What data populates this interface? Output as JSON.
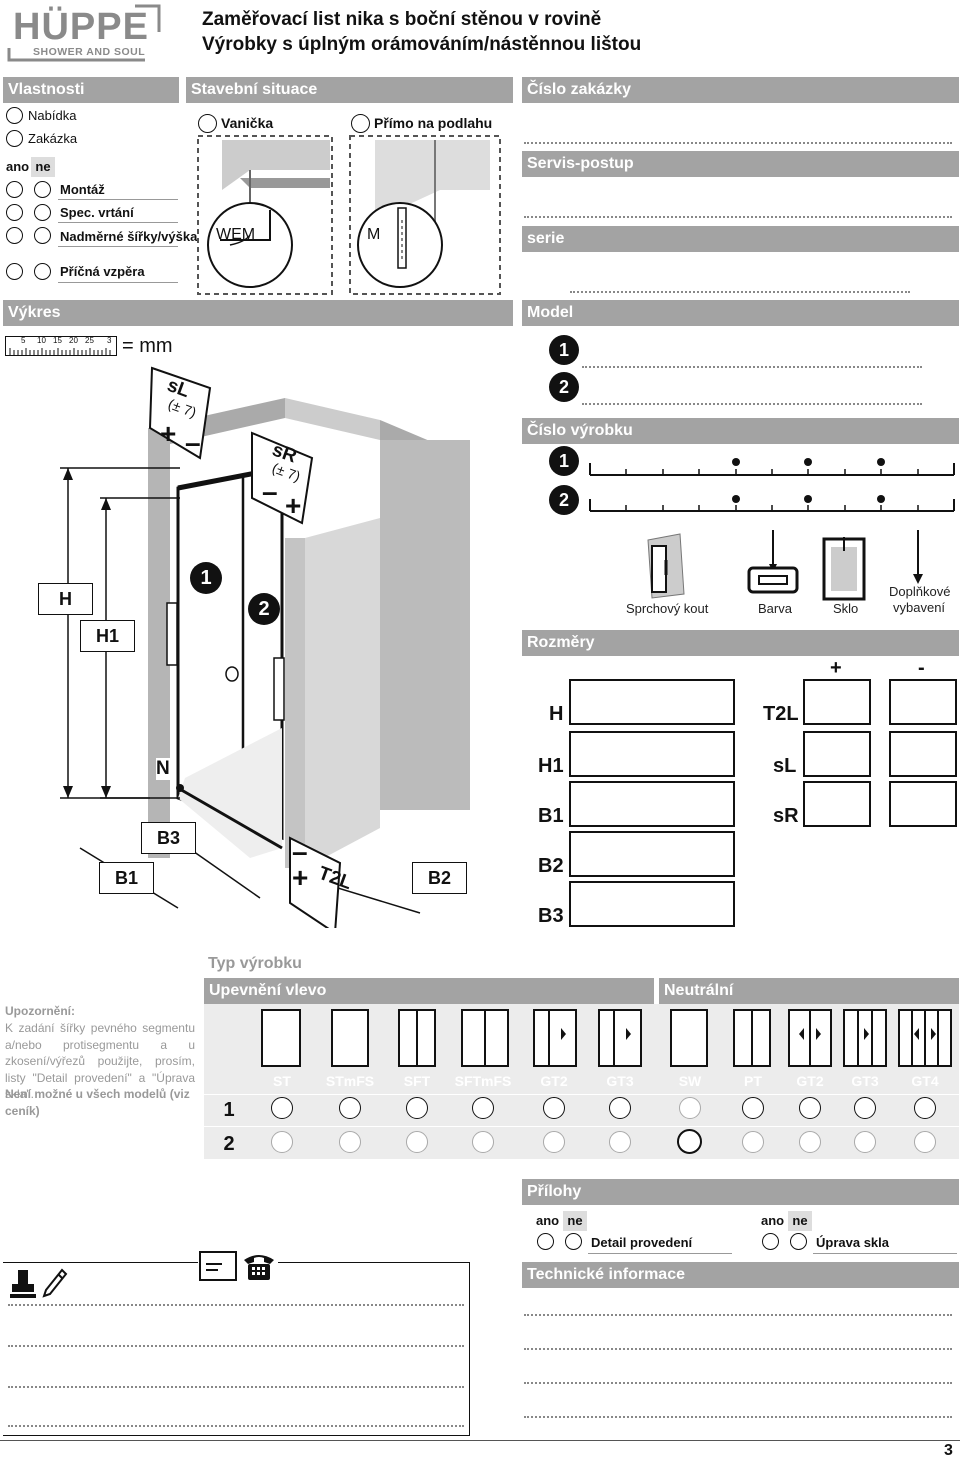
{
  "logo": {
    "brand": "HÜPPE",
    "tagline": "SHOWER AND SOUL"
  },
  "header": {
    "title_line1": "Zaměřovací list nika s boční stěnou v rovině",
    "title_line2": "Výrobky s úplným orámováním/nástěnnou lištou"
  },
  "vlastnosti": {
    "title": "Vlastnosti",
    "nabidka": "Nabídka",
    "zakazka": "Zakázka",
    "ano": "ano",
    "ne": "ne",
    "items": [
      "Montáž",
      "Spec. vrtání",
      "Nadměrné šířky/výška",
      "Příčná vzpěra"
    ]
  },
  "stavebni": {
    "title": "Stavební situace",
    "option1": "Vanička",
    "option2": "Přímo na podlahu",
    "detail1": "WEM",
    "detail2": "M"
  },
  "zakazka": {
    "cislo_zakazky": "Číslo zakázky",
    "servis": "Servis-postup",
    "serie": "serie",
    "model": "Model",
    "cislo_vyrobku": "Číslo výrobku",
    "num1": "1",
    "num2": "2"
  },
  "vykres": {
    "title": "Výkres",
    "ruler_ticks": [
      "5",
      "10",
      "15",
      "20",
      "25",
      "3"
    ],
    "ruler_eq": "= mm",
    "labels": {
      "sL": "sL",
      "sR": "sR",
      "tol": "(± 7)",
      "plus": "+",
      "minus": "–",
      "H": "H",
      "H1": "H1",
      "N": "N",
      "B1": "B1",
      "B2": "B2",
      "B3": "B3",
      "T2L": "T2L",
      "door1": "1",
      "door2": "2"
    }
  },
  "icons": {
    "sprchovy": "Sprchový kout",
    "barva": "Barva",
    "sklo": "Sklo",
    "doplnkove1": "Doplňkové",
    "doplnkove2": "vybavení"
  },
  "rozmery": {
    "title": "Rozměry",
    "plus": "+",
    "minus": "-",
    "left": [
      "H",
      "H1",
      "B1",
      "B2",
      "B3"
    ],
    "right": [
      "T2L",
      "sL",
      "sR"
    ]
  },
  "typ": {
    "title": "Typ výrobku",
    "upevneni": "Upevnění vlevo",
    "neutralni": "Neutrální",
    "left_types": [
      "ST",
      "STmFS",
      "SFT",
      "SFTmFS",
      "GT2",
      "GT3"
    ],
    "right_types": [
      "SW",
      "PT",
      "GT2",
      "GT3",
      "GT4"
    ],
    "row1": "1",
    "row2": "2"
  },
  "upozorneni": {
    "title": "Upozornění:",
    "text1": "K zadání šířky pevného segmentu a/nebo protisegmentu a u zkosení/výřezů použijte, prosím, listy \"Detail provedení\" a \"Úprava skla\".",
    "text2": "Není možné u všech modelů (viz ceník)"
  },
  "prilohy": {
    "title": "Přílohy",
    "ano": "ano",
    "ne": "ne",
    "detail": "Detail provedení",
    "uprava": "Úprava skla"
  },
  "technicke": {
    "title": "Technické informace"
  },
  "page_number": "3",
  "colors": {
    "bar": "#a3a3a3",
    "text": "#111111"
  }
}
